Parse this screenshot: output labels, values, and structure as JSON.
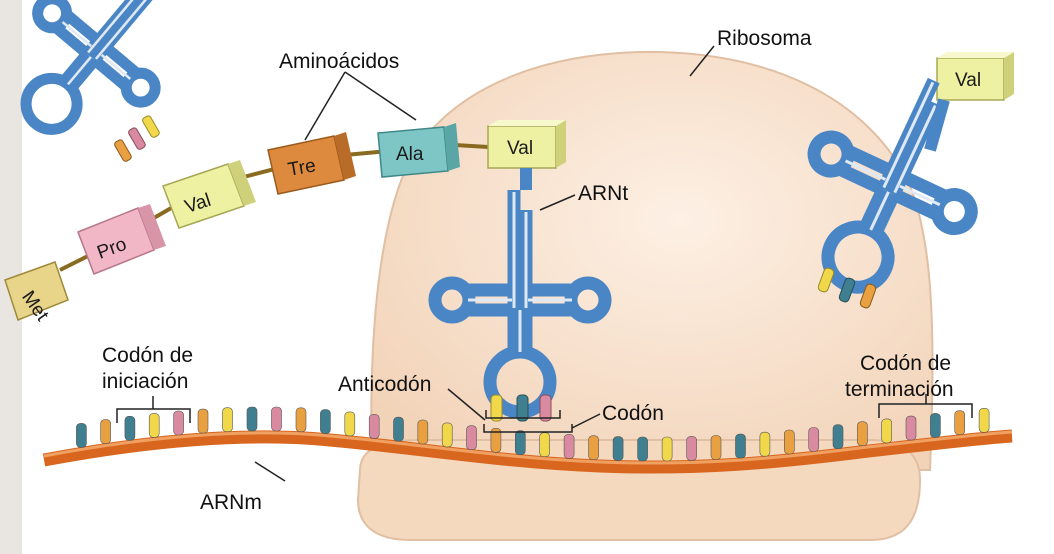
{
  "labels": {
    "aminoacidos": "Aminoácidos",
    "ribosoma": "Ribosoma",
    "arnt": "ARNt",
    "codon_iniciacion_1": "Codón de",
    "codon_iniciacion_2": "iniciación",
    "anticodon": "Anticodón",
    "codon": "Codón",
    "codon_terminacion_1": "Codón de",
    "codon_terminacion_2": "terminación",
    "arnm": "ARNm"
  },
  "amino_acids": {
    "met": "Met",
    "pro": "Pro",
    "val_1": "Val",
    "tre": "Tre",
    "ala": "Ala",
    "val_2": "Val",
    "val_free": "Val"
  },
  "colors": {
    "trna_blue": "#4a86c5",
    "mrna_orange": "#d9661e",
    "ribosome": "#f7dcc4",
    "met": "#e8d58a",
    "pro": "#f1b7c6",
    "val": "#eef0a2",
    "tre": "#dd8a3e",
    "ala": "#7ec6c6"
  }
}
